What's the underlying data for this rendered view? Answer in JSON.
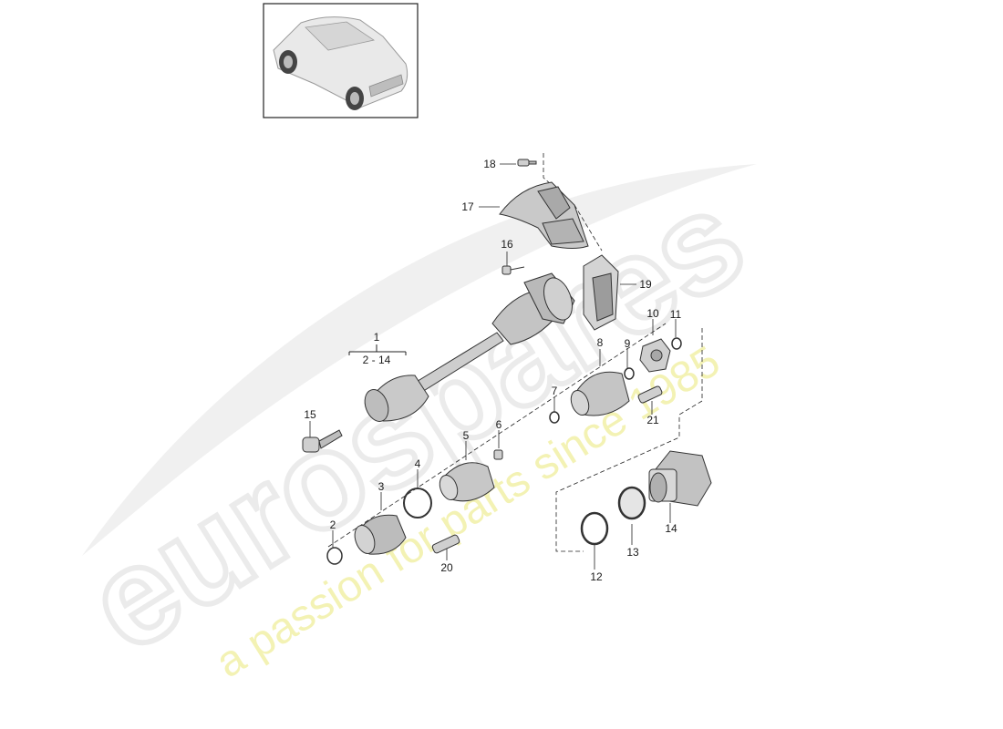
{
  "watermark": {
    "brand": "eurospares",
    "tagline": "a passion for parts since 1985",
    "brand_color": "#ebebeb",
    "tagline_color": "#f2f0a8"
  },
  "thumbnail": {
    "icon": "suv-car-thumbnail"
  },
  "callouts": {
    "c1": "1",
    "c2_14": "2 - 14",
    "c2": "2",
    "c3": "3",
    "c4": "4",
    "c5": "5",
    "c6": "6",
    "c7": "7",
    "c8": "8",
    "c9": "9",
    "c10": "10",
    "c11": "11",
    "c12": "12",
    "c13": "13",
    "c14": "14",
    "c15": "15",
    "c16": "16",
    "c17": "17",
    "c18": "18",
    "c19": "19",
    "c20": "20",
    "c21": "21"
  }
}
